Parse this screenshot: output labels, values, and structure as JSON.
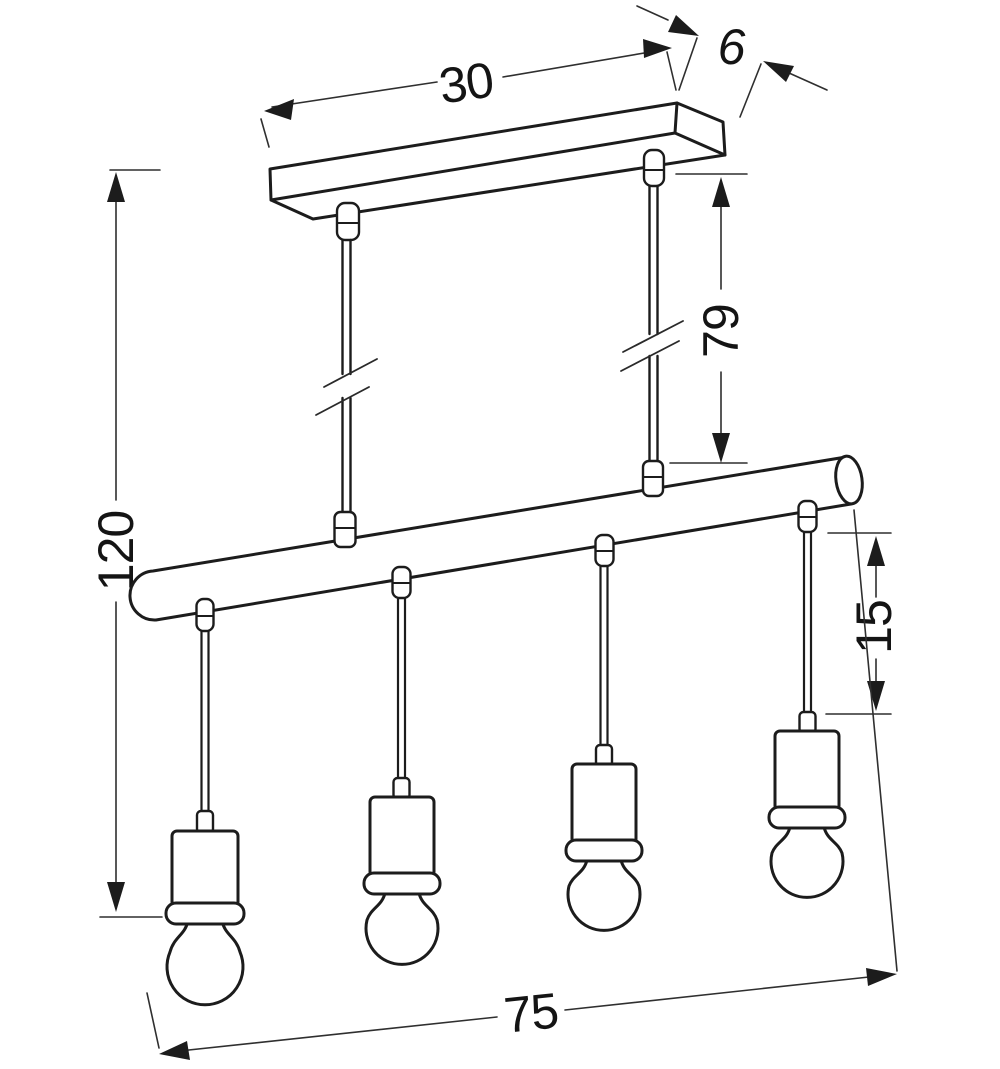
{
  "diagram": {
    "title": "pendant-lamp-dimensional-drawing",
    "background_color": "#ffffff",
    "line_color": "#1c1c1c",
    "dimensions": {
      "canopy_width": "30",
      "canopy_depth": "6",
      "rod_length": "79",
      "total_height": "120",
      "cord_top_segment": "15",
      "bar_span": "75"
    },
    "parts": {
      "canopy": "ceiling canopy plate",
      "rods": "2 suspension rods with break symbols",
      "bar": "horizontal tube bar",
      "pendants": "4 hanging cords with sockets and bulbs"
    }
  }
}
